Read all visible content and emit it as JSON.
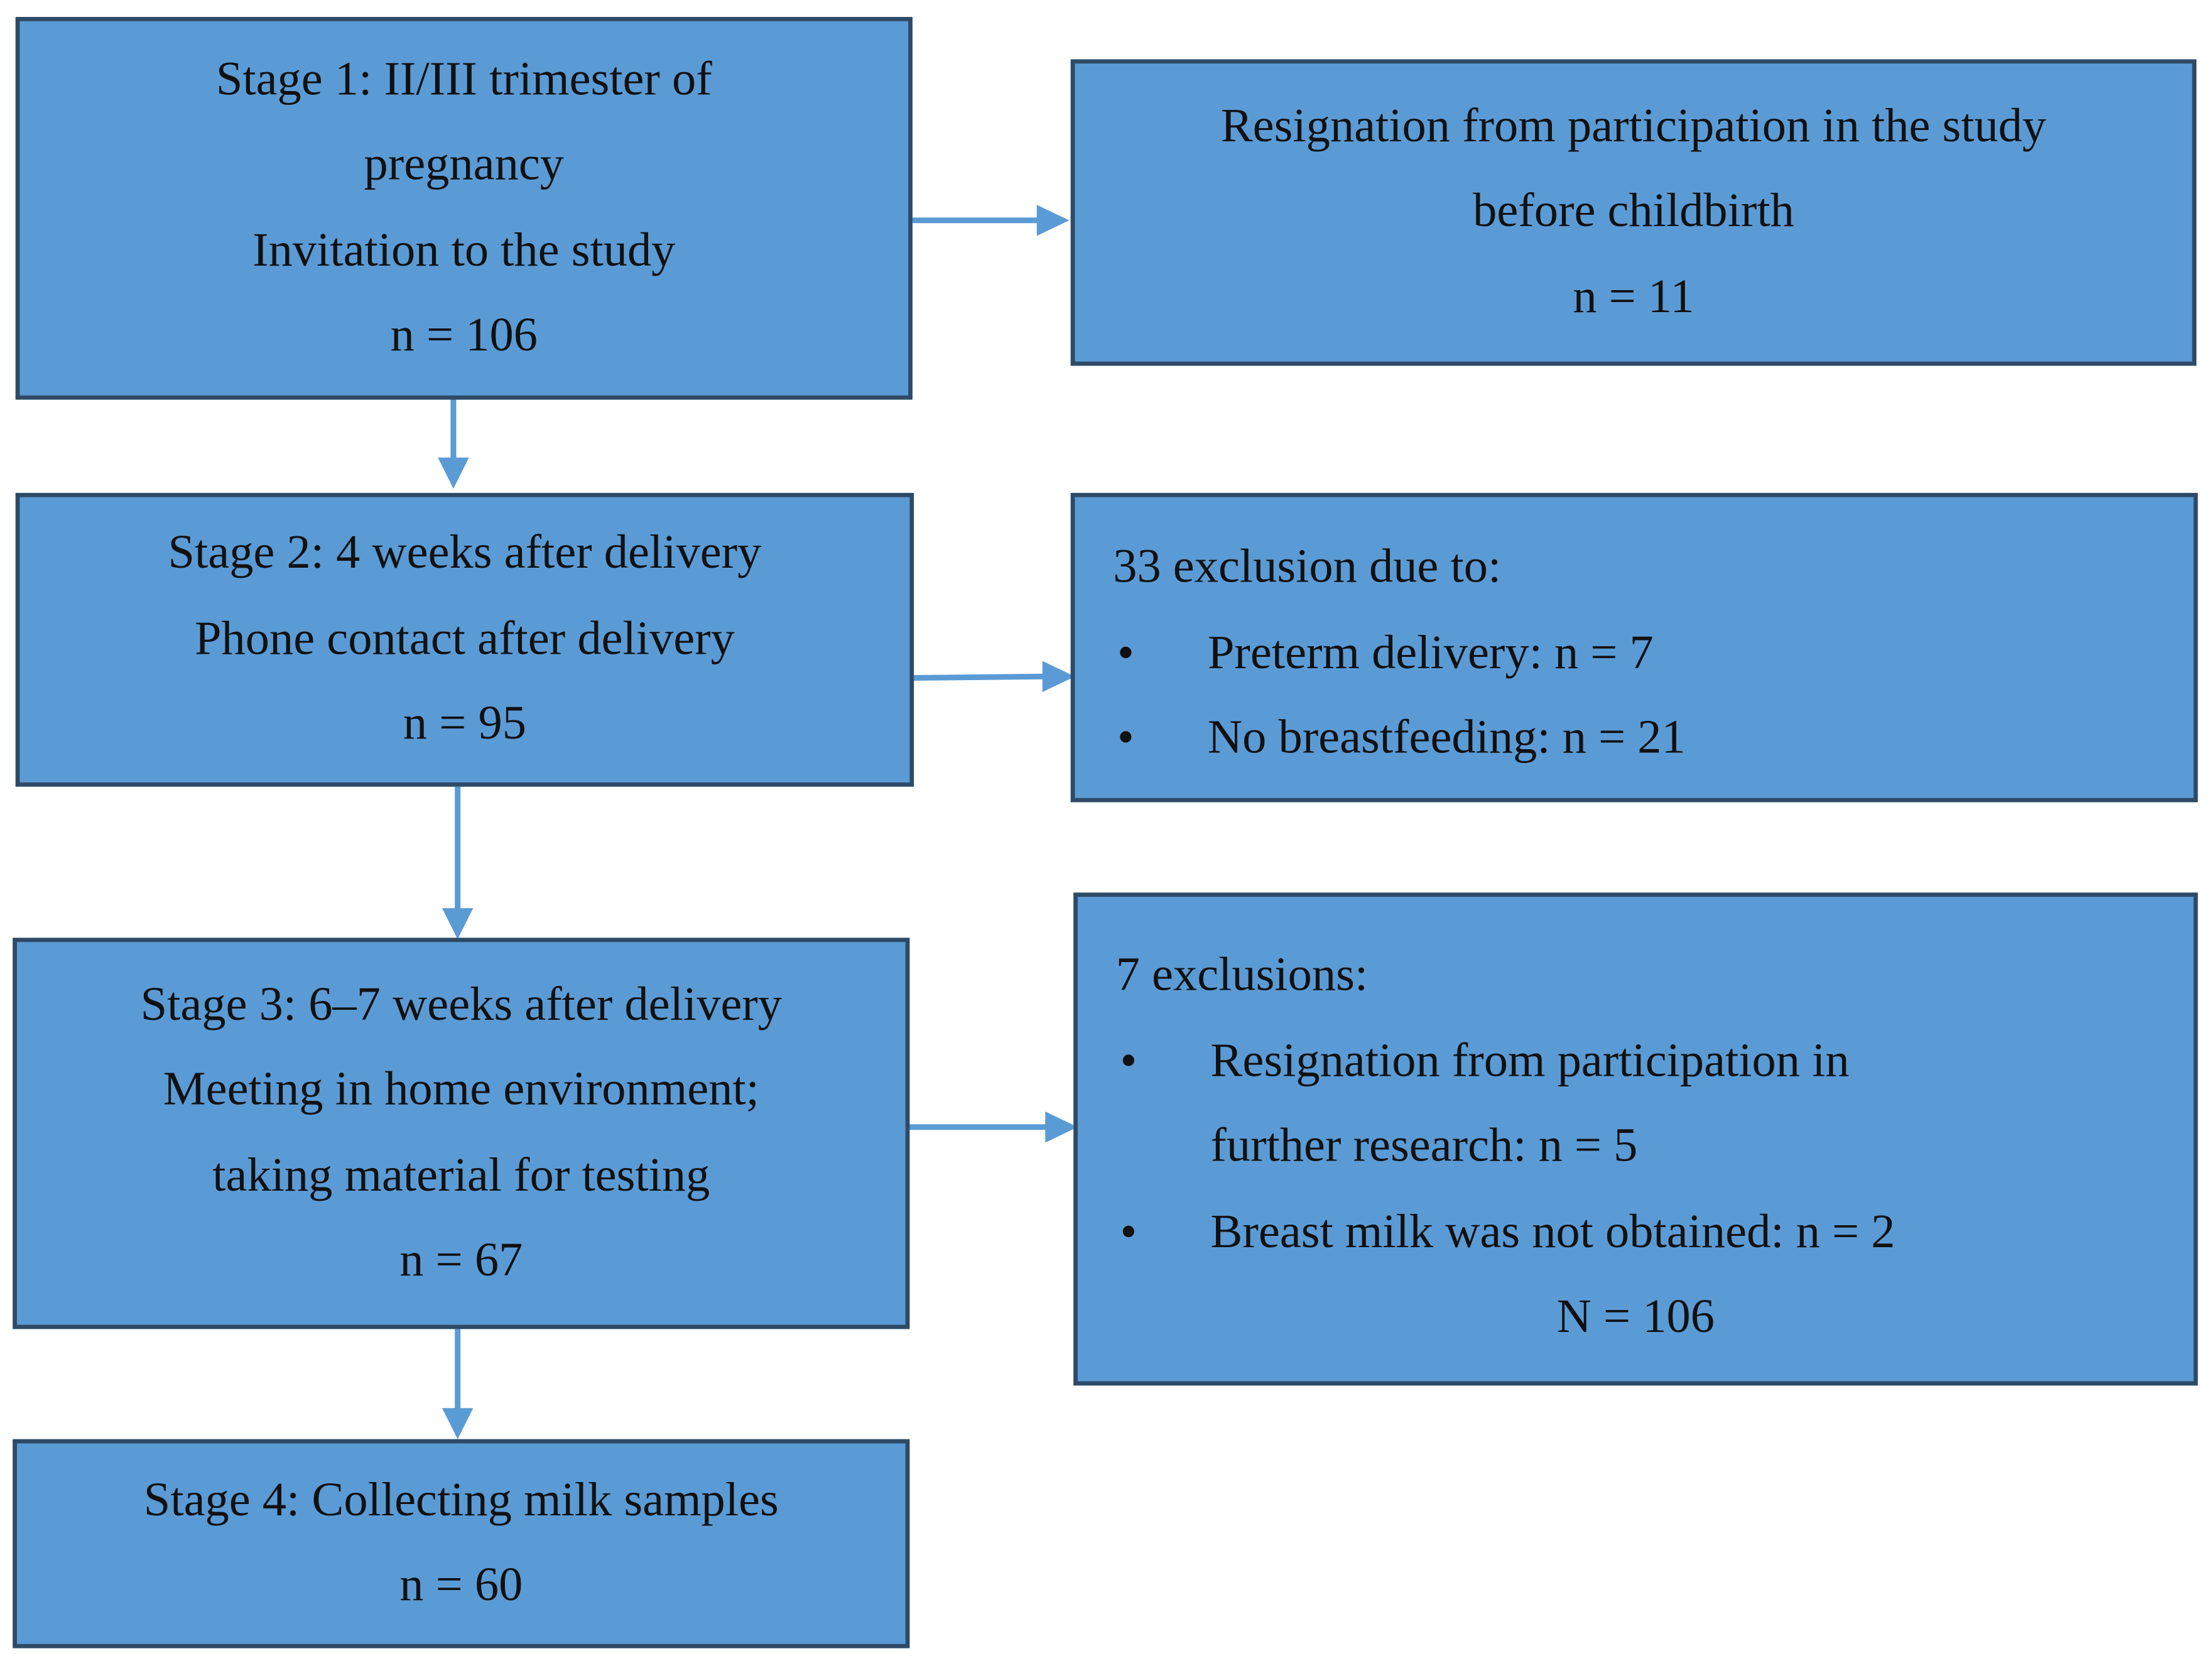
{
  "diagram": {
    "stage1": {
      "lines": [
        "Stage 1: II/III trimester of",
        "pregnancy",
        "Invitation to the study",
        "n = 106"
      ]
    },
    "stage2": {
      "lines": [
        "Stage 2: 4 weeks after delivery",
        "Phone contact after delivery",
        "n = 95"
      ]
    },
    "stage3": {
      "lines": [
        "Stage 3: 6–7 weeks after delivery",
        "Meeting in home environment;",
        "taking material for testing",
        "n = 67"
      ]
    },
    "stage4": {
      "lines": [
        "Stage 4: Collecting milk samples",
        "n = 60"
      ]
    },
    "exclusion1": {
      "lines": [
        "Resignation from participation in the study",
        "before childbirth",
        "n = 11"
      ]
    },
    "exclusion2": {
      "heading": "33 exclusion due to:",
      "bullet_symbol": "•",
      "items": [
        "Preterm delivery: n = 7",
        "No breastfeeding: n = 21"
      ]
    },
    "exclusion3": {
      "heading": "7 exclusions:",
      "bullet_symbol": "•",
      "item1_line1": "Resignation from participation in",
      "item1_line2": "further research: n = 5",
      "item2": "Breast milk was not obtained: n = 2",
      "total": "N = 106"
    }
  },
  "colors": {
    "box_fill": "#5b9bd5",
    "box_border": "#2e4a66",
    "arrow": "#5b9bd5",
    "text": "#111111"
  }
}
